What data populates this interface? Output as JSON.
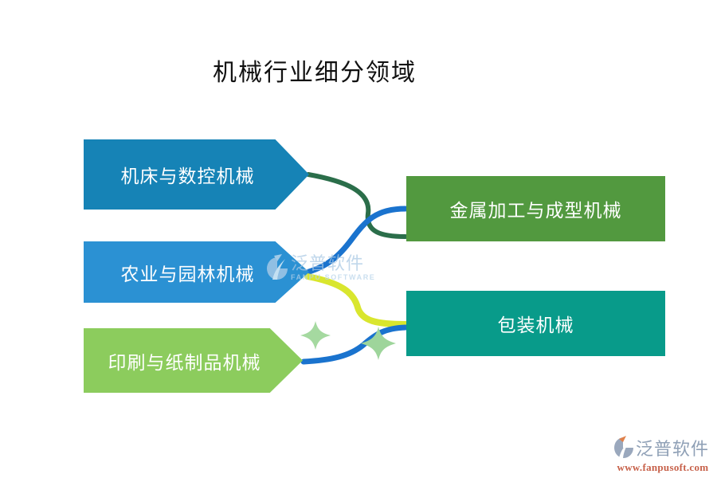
{
  "title": {
    "text": "机械行业细分领域",
    "color": "#111111"
  },
  "diagram": {
    "left_items": [
      {
        "label": "机床与数控机械",
        "color": "#1683B6",
        "shape": "arrow-right"
      },
      {
        "label": "农业与园林机械",
        "color": "#2B91D3",
        "shape": "arrow-right"
      },
      {
        "label": "印刷与纸制品机械",
        "color": "#8CCC5D",
        "shape": "arrow-right"
      }
    ],
    "right_items": [
      {
        "label": "金属加工与成型机械",
        "color": "#52993F",
        "shape": "rectangle"
      },
      {
        "label": "包装机械",
        "color": "#089B8A",
        "shape": "rectangle"
      }
    ],
    "connectors": [
      {
        "from": "机床与数控机械",
        "to": "金属加工与成型机械",
        "color": "#2B6E4A"
      },
      {
        "from": "农业与园林机械",
        "to": "金属加工与成型机械",
        "color": "#1A73CE"
      },
      {
        "from": "农业与园林机械",
        "to": "包装机械",
        "color": "#D9E62E"
      },
      {
        "from": "印刷与纸制品机械",
        "to": "包装机械",
        "color": "#1A73CE"
      }
    ],
    "sparkles": [
      {
        "color": "#A5D9A0"
      },
      {
        "color": "#9ED59B"
      }
    ]
  },
  "watermark": {
    "brand": "泛普软件",
    "subtitle": "FANPU SOFTWARE"
  },
  "footer": {
    "brand": "泛普软件",
    "url": "www.fanpusoft.com"
  }
}
